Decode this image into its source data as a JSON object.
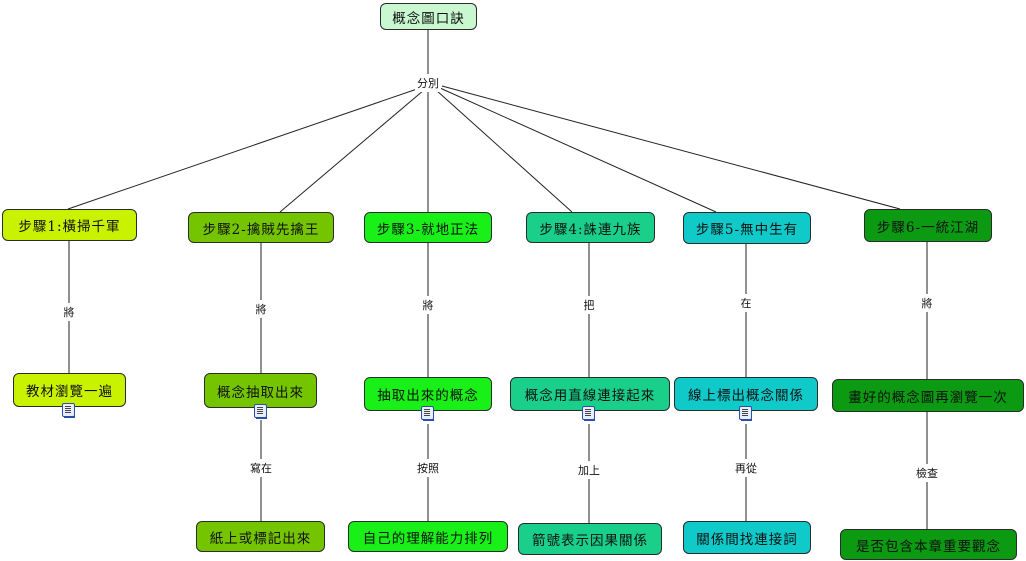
{
  "root": {
    "label": "概念圖口訣",
    "color": "#c9f7cf"
  },
  "root_link": "分別",
  "steps": [
    {
      "label": "步驟1:橫掃千軍",
      "color": "#c8f200",
      "link1": "將",
      "child": "教材瀏覽一遍",
      "child_color": "#c8f200",
      "doc": true
    },
    {
      "label": "步驟2-擒賊先擒王",
      "color": "#74c400",
      "link1": "將",
      "child": "概念抽取出來",
      "child_color": "#74c400",
      "doc": true,
      "link2": "寫在",
      "grandchild": "紙上或標記出來",
      "grandchild_color": "#74c400"
    },
    {
      "label": "步驟3-就地正法",
      "color": "#18f018",
      "link1": "將",
      "child": "抽取出來的概念",
      "child_color": "#18f018",
      "doc": true,
      "link2": "按照",
      "grandchild": "自己的理解能力排列",
      "grandchild_color": "#18f018"
    },
    {
      "label": "步驟4:誅連九族",
      "color": "#1acf8a",
      "link1": "把",
      "child": "概念用直線連接起來",
      "child_color": "#1acf8a",
      "doc": true,
      "link2": "加上",
      "grandchild": "箭號表示因果關係",
      "grandchild_color": "#1acf8a"
    },
    {
      "label": "步驟5-無中生有",
      "color": "#10c9c9",
      "link1": "在",
      "child": "線上標出概念關係",
      "child_color": "#10c9c9",
      "doc": true,
      "link2": "再從",
      "grandchild": "關係間找連接詞",
      "grandchild_color": "#10c9c9"
    },
    {
      "label": "步驟6-一統江湖",
      "color": "#0b9a12",
      "link1": "將",
      "child": "畫好的概念圖再瀏覽一次",
      "child_color": "#0b9a12",
      "doc": false,
      "link2": "檢查",
      "grandchild": "是否包含本章重要觀念",
      "grandchild_color": "#0b9a12"
    }
  ]
}
